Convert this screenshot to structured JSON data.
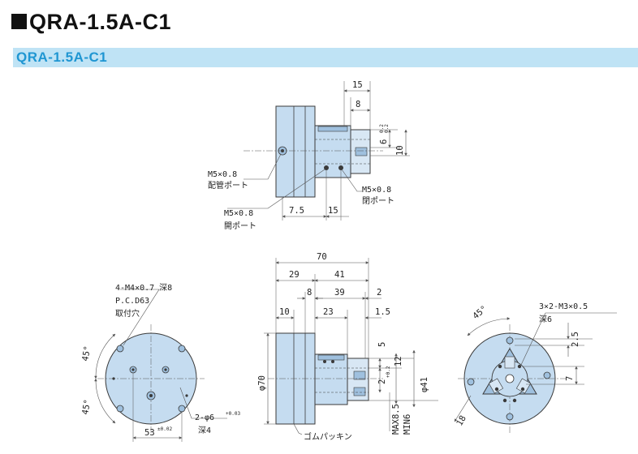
{
  "header": {
    "title": "QRA-1.5A-C1",
    "subtitle": "QRA-1.5A-C1"
  },
  "colors": {
    "body": "#c5dcf0",
    "body_dark": "#9fc0de",
    "outline": "#3a3a3a",
    "dim_line": "#555555",
    "accent": "#1f96d2",
    "bar": "#bfe3f5"
  },
  "top_view": {
    "dims": {
      "d15": "15",
      "d8": "8",
      "d6": "6",
      "d6_tol": "0.2",
      "d6_tol2": "0.2",
      "d10": "10",
      "d7_5": "7.5",
      "d15b": "15"
    },
    "labels": {
      "port_pipe_1": "M5×0.8",
      "port_pipe_2": "配管ポート",
      "port_close_1": "M5×0.8",
      "port_close_2": "閉ポート",
      "port_open_1": "M5×0.8",
      "port_open_2": "開ポート"
    }
  },
  "front_view": {
    "labels": {
      "mount_1": "4-M4×0.7 深8",
      "mount_2": "P.C.D63",
      "mount_3": "取付穴",
      "pin_1": "2-φ6",
      "pin_tol": "+0.03",
      "pin_2": "深4"
    },
    "dims": {
      "angle_a": "45°",
      "angle_b": "45°",
      "d53": "53",
      "d53_tol": "±0.02"
    }
  },
  "side_view": {
    "dims": {
      "d70": "70",
      "d29": "29",
      "d41": "41",
      "d8": "8",
      "d39": "39",
      "d2": "2",
      "d10": "10",
      "d23": "23",
      "d1_5": "1.5",
      "phi70": "φ70",
      "d5": "5",
      "d2_tol": "2",
      "d2_tol_sup": "+0.2",
      "d12": "12",
      "phi41": "φ41",
      "max": "MAX8.5",
      "min": "MIN6"
    },
    "labels": {
      "gasket": "ゴムパッキン"
    }
  },
  "rear_view": {
    "labels": {
      "thread_1": "3×2-M3×0.5",
      "thread_2": "深6"
    },
    "dims": {
      "angle": "45°",
      "d2_5": "2.5",
      "d7": "7",
      "d18": "18"
    }
  }
}
